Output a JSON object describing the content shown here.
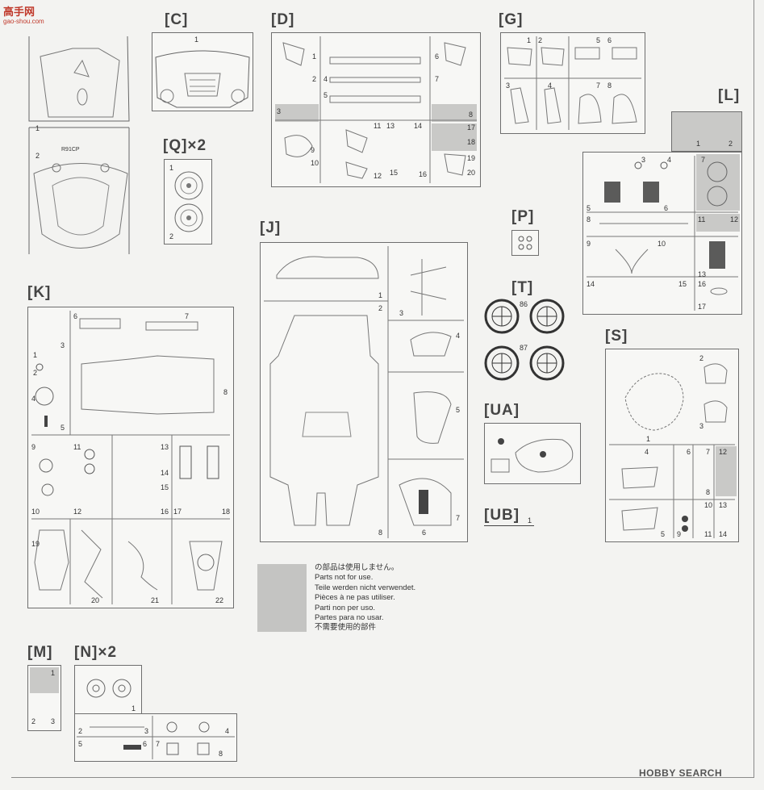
{
  "watermark": {
    "logo": "高手网",
    "url": "gao-shou.com"
  },
  "brand": "HOBBY SEARCH",
  "sprues": {
    "C": "[C]",
    "Q": "[Q]×2",
    "D": "[D]",
    "G": "[G]",
    "L": "[L]",
    "J": "[J]",
    "P": "[P]",
    "T": "[T]",
    "K": "[K]",
    "S": "[S]",
    "UA": "[UA]",
    "UB": "[UB]",
    "M": "[M]",
    "N": "[N]×2"
  },
  "ub_part": "1",
  "tire_numbers": [
    "86",
    "87"
  ],
  "body_label": "R91CP",
  "legend": [
    "の部品は使用しません。",
    "Parts not for use.",
    "Teile werden nicht verwendet.",
    "Pièces à ne pas utiliser.",
    "Parti non per uso.",
    "Partes para no usar.",
    "不需要使用的部件"
  ]
}
